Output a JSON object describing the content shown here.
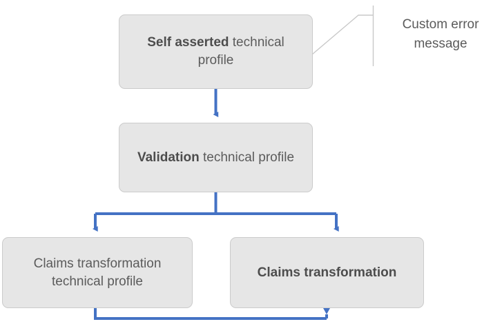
{
  "diagram": {
    "type": "flowchart",
    "background_color": "#FFFFFF",
    "node_fill_color": "#E6E6E6",
    "node_border_color": "#CBCBCB",
    "node_text_color": "#5B5B5B",
    "arrow_color": "#4472C4",
    "callout_line_color": "#BFBFBF",
    "nodes": [
      {
        "id": "self-asserted",
        "bold_text": "Self asserted",
        "rest_text": " technical profile",
        "full_text": "Self asserted technical profile"
      },
      {
        "id": "validation",
        "bold_text": "Validation",
        "rest_text": " technical profile",
        "full_text": "Validation technical profile"
      },
      {
        "id": "claims-transformation-technical-profile",
        "bold_text": "",
        "rest_text": "Claims transformation technical profile",
        "full_text": "Claims transformation technical profile"
      },
      {
        "id": "claims-transformation",
        "bold_text": "Claims transformation",
        "rest_text": "",
        "full_text": "Claims transformation"
      }
    ],
    "callout": {
      "label_line_1": "Custom error",
      "label_line_2": "message",
      "full_label": "Custom error message",
      "points_to": "self-asserted"
    },
    "edges": [
      {
        "from": "self-asserted",
        "to": "validation",
        "style": "straight-down-arrow"
      },
      {
        "from": "validation",
        "to": "claims-transformation-technical-profile",
        "style": "branch-down-left-arrow"
      },
      {
        "from": "validation",
        "to": "claims-transformation",
        "style": "branch-down-right-arrow"
      },
      {
        "from": "claims-transformation-technical-profile",
        "to": "claims-transformation",
        "style": "loop-bottom-up-arrow"
      }
    ]
  }
}
